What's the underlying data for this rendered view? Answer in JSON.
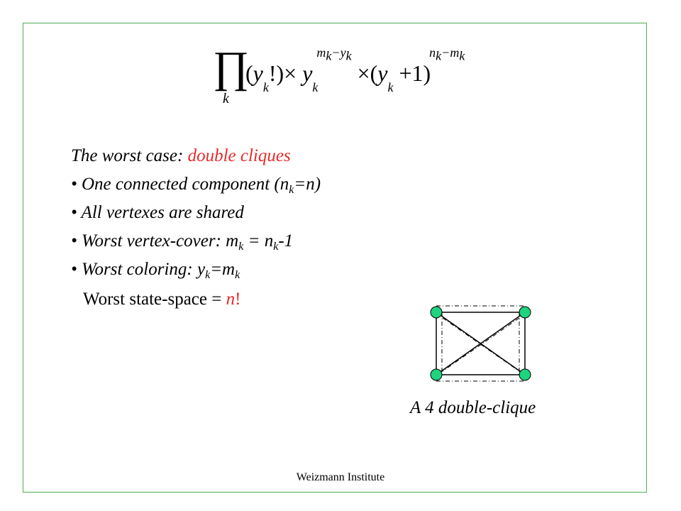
{
  "formula": {
    "product_symbol": "∏",
    "product_index": "k",
    "text_parts": [
      "(",
      "y",
      "k",
      "!)× ",
      "y",
      "k",
      "m",
      "k",
      "−y",
      "k",
      " ×(",
      "y",
      "k",
      " +1)",
      "n",
      "k",
      "−m",
      "k"
    ]
  },
  "content": {
    "heading_prefix": "The worst case: ",
    "heading_accent": "double cliques",
    "bullets": [
      {
        "pre": "• One connected component (n",
        "sub": "k",
        "post": "=n)"
      },
      {
        "pre": "• All vertexes are shared",
        "sub": "",
        "post": ""
      },
      {
        "pre": "• Worst vertex-cover: m",
        "sub": "k",
        "mid": " = n",
        "sub2": "k",
        "post": "-1"
      },
      {
        "pre": "• Worst coloring: y",
        "sub": "k",
        "mid": "=m",
        "sub2": "k",
        "post": ""
      }
    ]
  },
  "statespace": {
    "prefix": "Worst state-space = ",
    "value": "n",
    "suffix": "!"
  },
  "graph": {
    "caption": "A 4 double-clique",
    "node_color": "#1fd37f",
    "node_count": 4
  },
  "footer": {
    "text": "Weizmann Institute"
  },
  "colors": {
    "accent": "#e52b2b",
    "frame": "#4caf50"
  }
}
